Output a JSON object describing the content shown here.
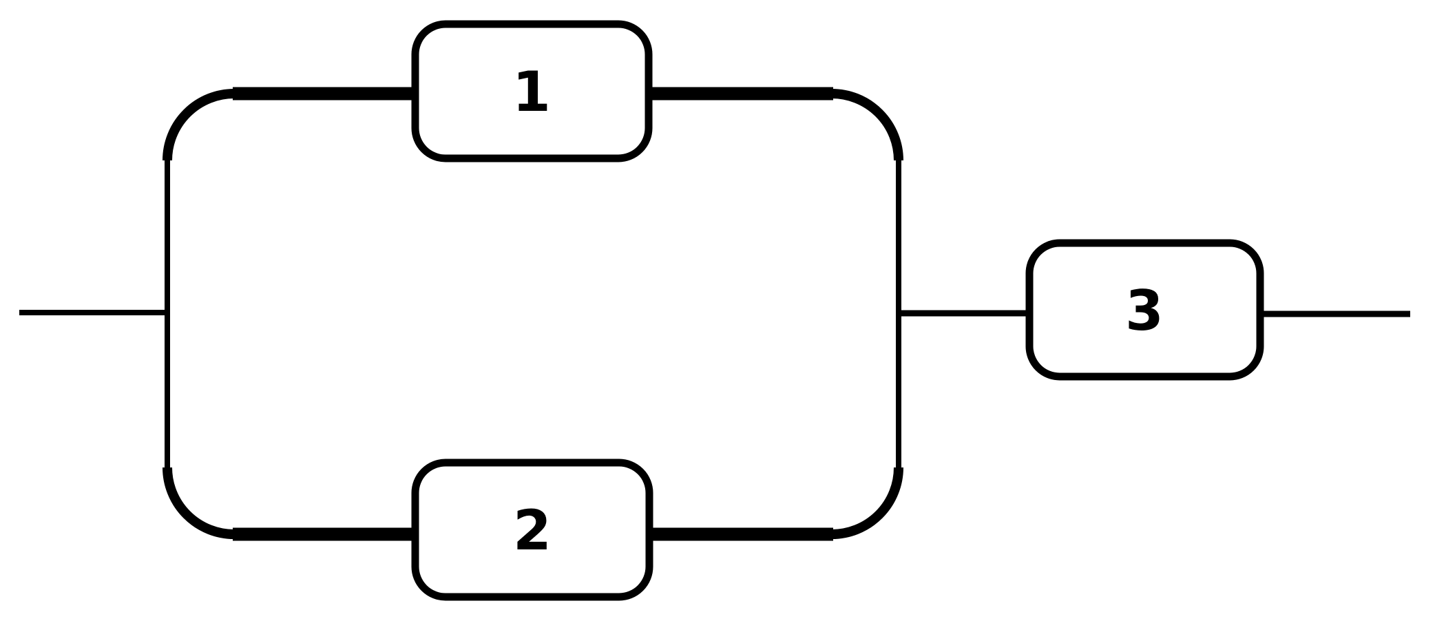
{
  "diagram": {
    "kind": "reliability-block-diagram",
    "description": "Two blocks (1 and 2) connected in parallel inside a rounded loop, followed in series by block 3 on a horizontal line",
    "background_color": "#ffffff",
    "stroke_color": "#000000",
    "block_fill_color": "#ffffff",
    "blocks": [
      {
        "id": "block-1",
        "label": "1",
        "position": "parallel-top"
      },
      {
        "id": "block-2",
        "label": "2",
        "position": "parallel-bottom"
      },
      {
        "id": "block-3",
        "label": "3",
        "position": "series-right"
      }
    ],
    "connections": [
      {
        "from": "input",
        "to": "parallel-group"
      },
      {
        "from": "parallel-group",
        "to": "block-3"
      },
      {
        "from": "block-3",
        "to": "output"
      }
    ]
  }
}
